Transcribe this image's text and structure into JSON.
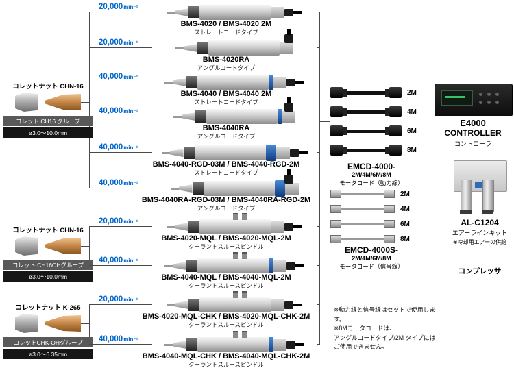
{
  "colors": {
    "speed_blue": "#0066cc",
    "bar_gray": "#595959",
    "bar_dark": "#161616",
    "ring_blue": "#1a5fb4"
  },
  "collet_groups": [
    {
      "nut_label": "コレットナット CHN-16",
      "group_label": "コレット CH16 グループ",
      "size_range": "ø3.0～10.0mm"
    },
    {
      "nut_label": "コレットナット CHN-16",
      "group_label": "コレット CH16OHグループ",
      "size_range": "ø3.0～10.0mm"
    },
    {
      "nut_label": "コレットナット K-265",
      "group_label": "コレットCHK-OHグループ",
      "size_range": "ø3.0～6.35mm"
    }
  ],
  "spindles": [
    {
      "speed": "20,000",
      "unit": "min⁻¹",
      "name": "BMS-4020 / BMS-4020 2M",
      "type": "ストレートコードタイプ"
    },
    {
      "speed": "20,000",
      "unit": "min⁻¹",
      "name": "BMS-4020RA",
      "type": "アングルコードタイプ"
    },
    {
      "speed": "40,000",
      "unit": "min⁻¹",
      "name": "BMS-4040 / BMS-4040 2M",
      "type": "ストレートコードタイプ"
    },
    {
      "speed": "40,000",
      "unit": "min⁻¹",
      "name": "BMS-4040RA",
      "type": "アングルコードタイプ"
    },
    {
      "speed": "40,000",
      "unit": "min⁻¹",
      "name": "BMS-4040-RGD-03M / BMS-4040-RGD-2M",
      "type": "ストレートコードタイプ"
    },
    {
      "speed": "40,000",
      "unit": "min⁻¹",
      "name": "BMS-4040RA-RGD-03M / BMS-4040RA-RGD-2M",
      "type": "アングルコードタイプ"
    },
    {
      "speed": "20,000",
      "unit": "min⁻¹",
      "name": "BMS-4020-MQL / BMS-4020-MQL-2M",
      "type": "クーラントスルースピンドル"
    },
    {
      "speed": "40,000",
      "unit": "min⁻¹",
      "name": "BMS-4040-MQL / BMS-4040-MQL-2M",
      "type": "クーラントスルースピンドル"
    },
    {
      "speed": "20,000",
      "unit": "min⁻¹",
      "name": "BMS-4020-MQL-CHK / BMS-4020-MQL-CHK-2M",
      "type": "クーラントスルースピンドル"
    },
    {
      "speed": "40,000",
      "unit": "min⁻¹",
      "name": "BMS-4040-MQL-CHK / BMS-4040-MQL-CHK-2M",
      "type": "クーラントスルースピンドル"
    }
  ],
  "cables": {
    "power": {
      "model": "EMCD-4000-",
      "variants": "2M/4M/6M/8M",
      "desc": "モータコード（動力線）",
      "lengths": [
        "2M",
        "4M",
        "6M",
        "8M"
      ]
    },
    "signal": {
      "model": "EMCD-4000S-",
      "variants": "2M/4M/6M/8M",
      "desc": "モータコード（信号線）",
      "lengths": [
        "2M",
        "4M",
        "6M",
        "8M"
      ]
    }
  },
  "controller": {
    "model": "E4000",
    "label": "CONTROLLER",
    "sub": "コントローラ"
  },
  "airline": {
    "model": "AL-C1204",
    "label": "エアーラインキット",
    "note": "※冷却用エアーの供給"
  },
  "compressor_label": "コンプレッサ",
  "footnotes": [
    "※動力線と信号線はセットで使用します。",
    "※8Mモータコードは、",
    "アングルコードタイプ/2M タイプには",
    "ご使用できません。"
  ]
}
